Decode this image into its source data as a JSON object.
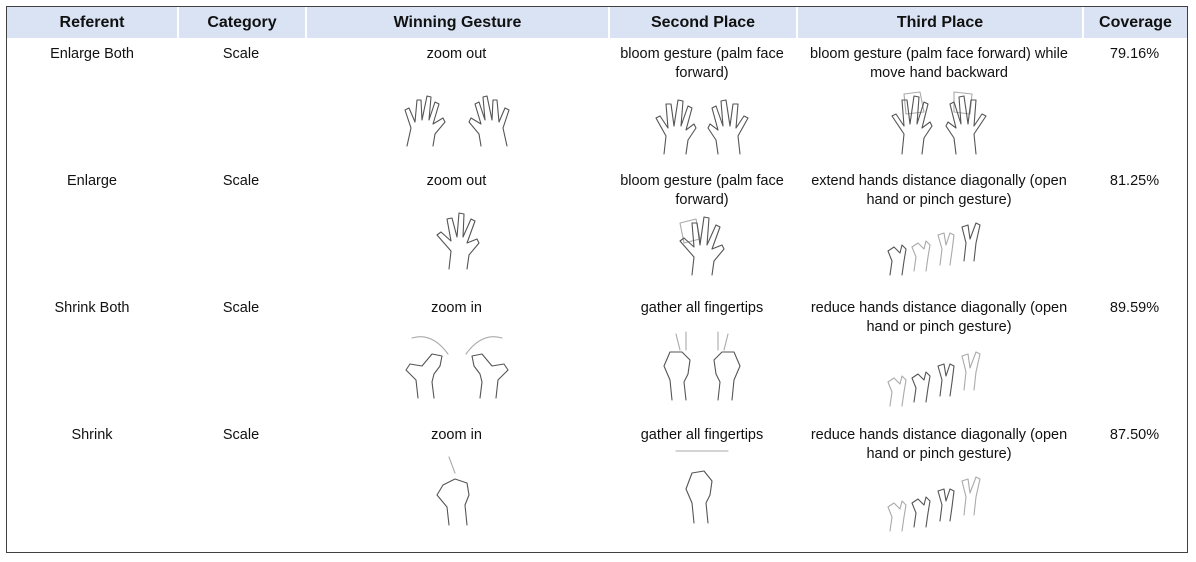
{
  "headers": [
    "Referent",
    "Category",
    "Winning Gesture",
    "Second Place",
    "Third Place",
    "Coverage"
  ],
  "rows": [
    {
      "referent": "Enlarge Both",
      "category": "Scale",
      "winning": "zoom out",
      "second": "bloom gesture (palm face forward)",
      "third": "bloom gesture (palm face forward) while move hand backward",
      "coverage": "79.16%"
    },
    {
      "referent": "Enlarge",
      "category": "Scale",
      "winning": "zoom out",
      "second": "bloom gesture (palm face forward)",
      "third": "extend hands distance diagonally (open hand or pinch gesture)",
      "coverage": "81.25%"
    },
    {
      "referent": "Shrink Both",
      "category": "Scale",
      "winning": "zoom in",
      "second": "gather all fingertips",
      "third": "reduce hands distance diagonally (open hand or pinch gesture)",
      "coverage": "89.59%"
    },
    {
      "referent": "Shrink",
      "category": "Scale",
      "winning": "zoom in",
      "second": "gather all fingertips",
      "third": "reduce hands distance diagonally (open hand or pinch gesture)",
      "coverage": "87.50%"
    }
  ],
  "icons": {
    "two_open_hands": "two-open-hands-sketch-icon",
    "one_open_hand": "open-hand-sketch-icon",
    "pinch_sequence": "pinch-sequence-sketch-icon",
    "gather_hands": "gather-fingertips-sketch-icon"
  }
}
